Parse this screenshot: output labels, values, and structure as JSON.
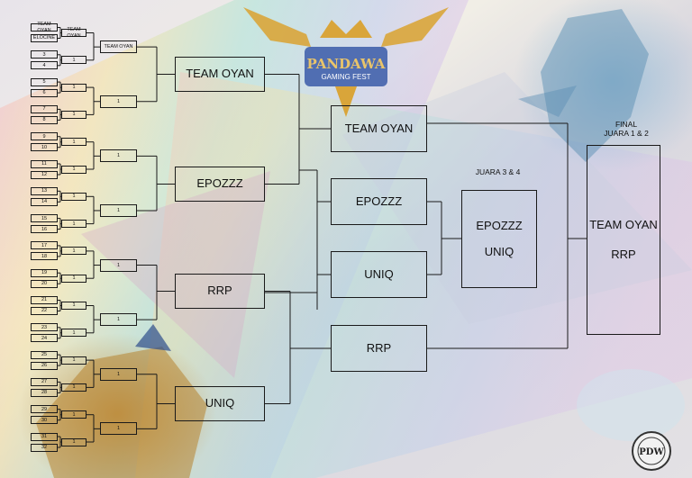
{
  "colors": {
    "line": "#1a1a1a",
    "accent_gold": "#d9a53a",
    "accent_blue": "#3a5aa8"
  },
  "logo": {
    "text": "PANDAWA",
    "sub": "GAMING FEST"
  },
  "seal": {
    "text": "PDW"
  },
  "round32": [
    "TEAM OYAN",
    "ELOCINE",
    "3",
    "4",
    "5",
    "6",
    "7",
    "8",
    "9",
    "10",
    "11",
    "12",
    "13",
    "14",
    "15",
    "16",
    "17",
    "18",
    "19",
    "20",
    "21",
    "22",
    "23",
    "24",
    "25",
    "26",
    "27",
    "28",
    "29",
    "30",
    "31",
    "32"
  ],
  "round16": [
    "TEAM OYAN",
    "1",
    "1",
    "1",
    "1",
    "1",
    "1",
    "1",
    "1",
    "1",
    "1",
    "1",
    "1",
    "1",
    "1",
    "1"
  ],
  "round8": [
    "TEAM OYAN",
    "1",
    "1",
    "1",
    "1",
    "1",
    "1",
    "1"
  ],
  "round4": [
    "TEAM OYAN",
    "EPOZZZ",
    "RRP",
    "UNIQ"
  ],
  "semi": [
    "TEAM OYAN",
    "EPOZZZ",
    "UNIQ",
    "RRP"
  ],
  "third_place": {
    "label": "JUARA 3 & 4",
    "teams": [
      "EPOZZZ",
      "UNIQ"
    ]
  },
  "final": {
    "label_line1": "FINAL",
    "label_line2": "JUARA 1 & 2",
    "teams": [
      "TEAM OYAN",
      "RRP"
    ]
  }
}
